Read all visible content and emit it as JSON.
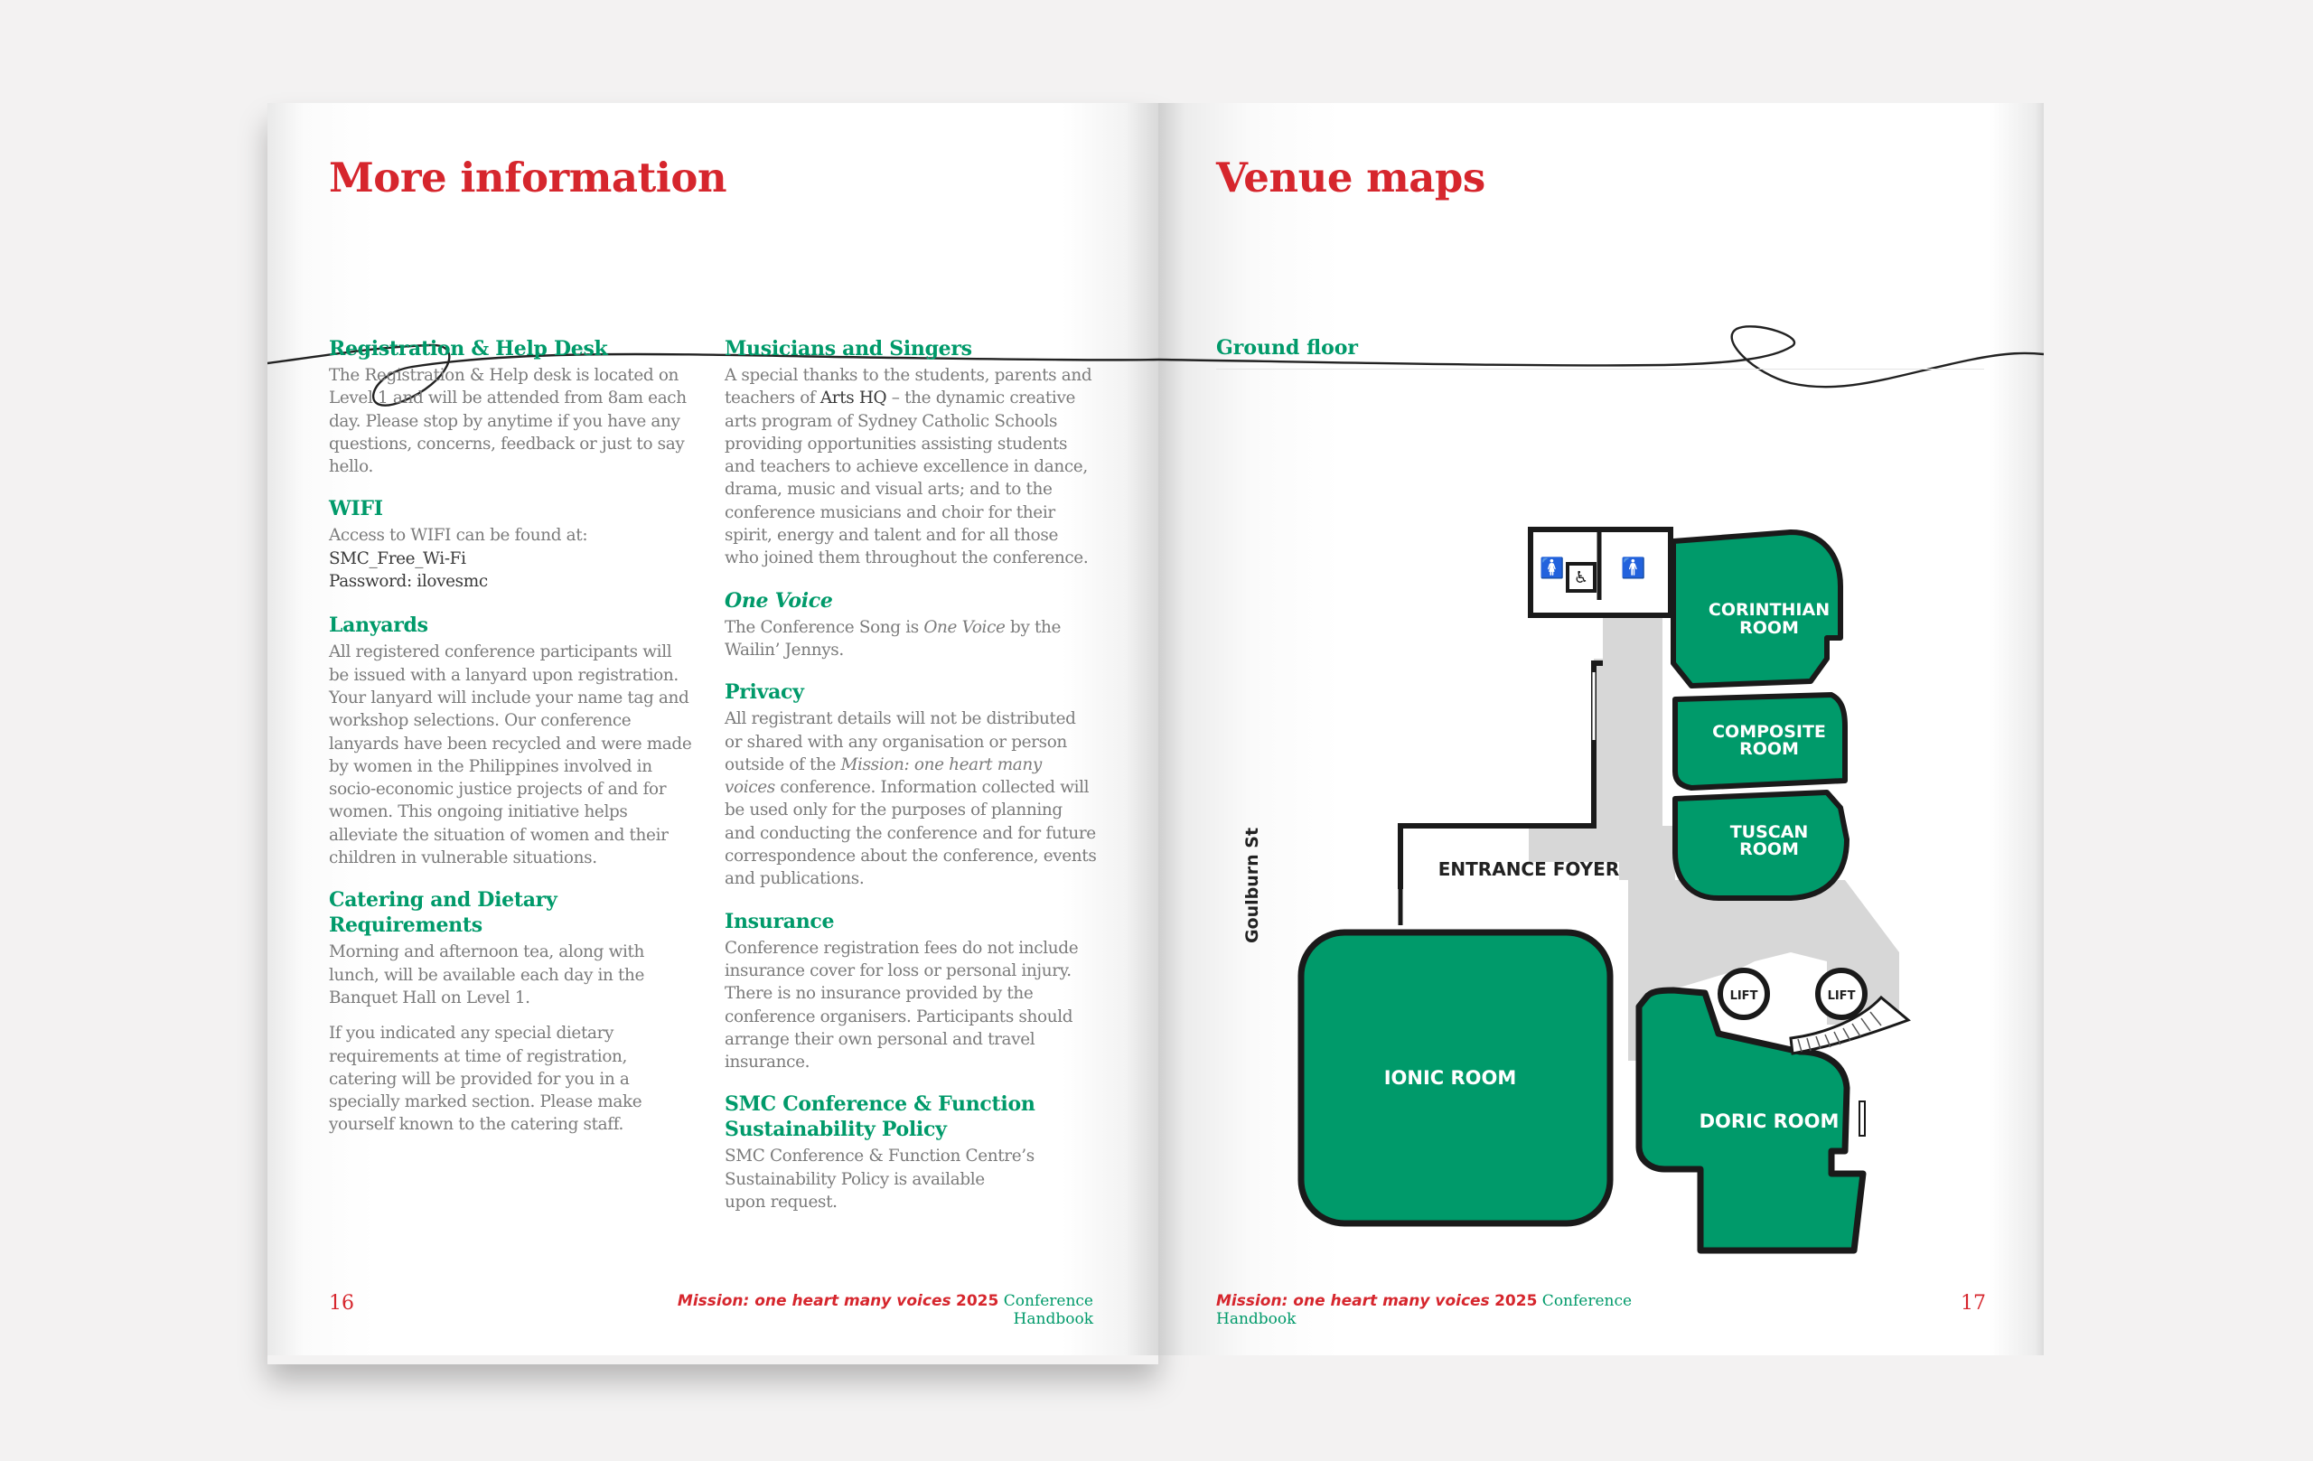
{
  "left_page": {
    "title": "More information",
    "column1": [
      {
        "heading": "Registration & Help Desk",
        "paragraphs": [
          "The Registration & Help desk is located on Level 1 and will be attended from 8am each day. Please stop by anytime if you have any questions, concerns, feedback or just to say hello."
        ]
      },
      {
        "heading": "WIFI",
        "lines": [
          "Access to WIFI can be found at:",
          "SMC_Free_Wi-Fi",
          "Password: ilovesmc"
        ]
      },
      {
        "heading": "Lanyards",
        "paragraphs": [
          "All registered conference participants will be issued with a lanyard upon registration. Your lanyard will include your name tag and workshop selections. Our conference lanyards have been recycled and were made by women in the Philippines involved in socio-economic justice projects of and for women. This ongoing initiative helps alleviate the situation of women and their children in vulnerable situations."
        ]
      },
      {
        "heading": "Catering and Dietary Requirements",
        "paragraphs": [
          "Morning and afternoon tea, along with lunch, will be available each day in the Banquet Hall on Level 1.",
          "If you indicated any special dietary requirements at time of registration, catering will be provided for you in a specially marked section. Please make yourself known to the catering staff."
        ]
      }
    ],
    "column2": {
      "musicians": {
        "heading": "Musicians and Singers",
        "text_a": "A special thanks to the students, parents and teachers of ",
        "text_b": "Arts HQ",
        "text_c": " – the dynamic creative arts program of Sydney Catholic Schools providing opportunities assisting students and teachers to achieve excellence in dance, drama, music and visual arts; and to the conference musicians and choir for their spirit, energy and talent and for all those who joined them throughout the conference."
      },
      "one_voice": {
        "heading": "One Voice",
        "text_a": "The Conference Song is ",
        "text_b": "One Voice",
        "text_c": " by the Wailin’ Jennys."
      },
      "privacy": {
        "heading": "Privacy",
        "text_a": "All registrant details will not be distributed or shared with any organisation or person outside of the ",
        "text_b": "Mission: one heart many voices",
        "text_c": " conference. Information collected will be used only for the purposes of planning and conducting the conference and for future correspondence about the conference, events and publications."
      },
      "insurance": {
        "heading": "Insurance",
        "text": "Conference registration fees do not include insurance cover for loss or personal injury. There is no insurance provided by the conference organisers. Participants should arrange their own personal and travel insurance."
      },
      "sustainability": {
        "heading_1": "SMC Conference & Function",
        "heading_2": "Sustainability Policy",
        "lines": [
          "SMC Conference & Function Centre’s",
          "Sustainability Policy is available",
          "upon request."
        ]
      }
    },
    "page_number": "16"
  },
  "right_page": {
    "title": "Venue maps",
    "subheading": "Ground floor",
    "page_number": "17",
    "map": {
      "street": "Goulburn St",
      "rooms": {
        "corinthian_1": "CORINTHIAN",
        "corinthian_2": "ROOM",
        "composite_1": "COMPOSITE",
        "composite_2": "ROOM",
        "tuscan_1": "TUSCAN",
        "tuscan_2": "ROOM",
        "ionic": "IONIC ROOM",
        "doric": "DORIC ROOM",
        "foyer": "ENTRANCE FOYER",
        "lift": "LIFT"
      }
    }
  },
  "footer": {
    "mission": "Mission: one heart many voices",
    "year": "2025",
    "handbook": " Conference Handbook"
  },
  "colors": {
    "red": "#d6262d",
    "green": "#009a6a",
    "text_grey": "#7b7b7b",
    "map_grey": "#d7d7d7"
  }
}
